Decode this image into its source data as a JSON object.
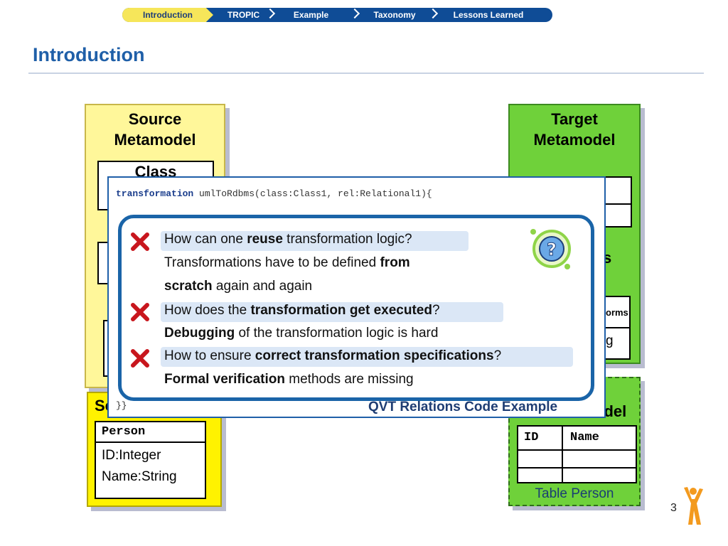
{
  "nav": {
    "items": [
      {
        "label": "Introduction",
        "active": true
      },
      {
        "label": "TROPIC",
        "active": false
      },
      {
        "label": "Example",
        "active": false
      },
      {
        "label": "Taxonomy",
        "active": false
      },
      {
        "label": "Lessons Learned",
        "active": false
      }
    ]
  },
  "slide": {
    "title": "Introduction",
    "page_number": "3"
  },
  "source": {
    "heading_line1": "Source",
    "heading_line2": "Metamodel",
    "class_box_title": "Class",
    "model_heading": "So",
    "person_box": {
      "title": "Person",
      "attr1": "ID:Integer",
      "attr2": "Name:String"
    }
  },
  "target": {
    "heading_line1": "Target",
    "heading_line2": "Metamodel",
    "partial_text_s": "s",
    "partial_text_orms": "orms",
    "partial_text_g": "g",
    "model_heading": "odel",
    "table": {
      "col1": "ID",
      "col2": "Name",
      "caption": "Table Person"
    }
  },
  "code": {
    "keyword": "transformation",
    "signature": " umlToRdbms(class:Class1, rel:Relational1){",
    "closing": "}}",
    "caption": "QVT Relations Code Example"
  },
  "questions": [
    {
      "pre": "How can one ",
      "bold": "reuse",
      "post": " transformation logic?"
    },
    {
      "pre": "Transformations have to be defined ",
      "bold": "from",
      "post": ""
    },
    {
      "pre": "",
      "bold": "scratch",
      "post": " again and again"
    },
    {
      "pre": "How does the ",
      "bold": "transformation get executed",
      "post": "?"
    },
    {
      "pre": "",
      "bold": "Debugging",
      "post": " of the transformation logic is hard"
    },
    {
      "pre": "How to ensure ",
      "bold": "correct transformation specifications",
      "post": "?"
    },
    {
      "pre": "",
      "bold": "Formal verification",
      "post": " methods are missing"
    }
  ],
  "icons": {
    "question": "question-mark-help-icon",
    "problem": "red-x-icon",
    "logo": "orange-person-logo-icon"
  },
  "colors": {
    "nav_bg": "#0f4c96",
    "nav_active": "#f6e65a",
    "title": "#1f5fa8",
    "source_fill": "#fff79a",
    "target_fill": "#6fd13a",
    "question_border": "#1a64a8",
    "highlight": "#dbe7f6"
  }
}
